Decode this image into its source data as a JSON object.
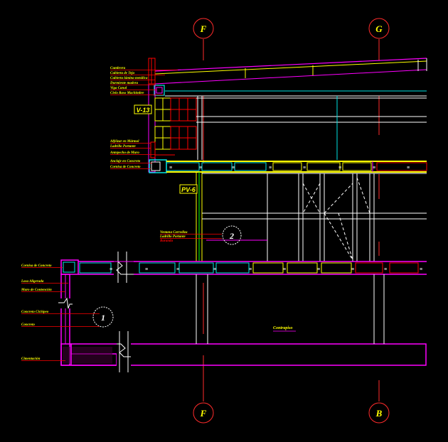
{
  "grid_bubbles": {
    "top_left": "F",
    "top_right": "G",
    "bottom_left": "F",
    "bottom_right": "B"
  },
  "tags": {
    "upper_window": "V-13",
    "lower_window": "PV-6"
  },
  "notes_upper": [
    "Cumbrera",
    "Cubierta de Teja",
    "Cubierta lámina metálica",
    "Durmiente madera",
    "Viga Canal",
    "Cielo Raso Machimbre"
  ],
  "notes_mid": [
    "Alféizar en Mármol",
    "Ladrillo Portante",
    "Antepecho de Muro",
    "Anclaje en Concreto",
    "Cornisa de Concreto"
  ],
  "notes_center": [
    "Ventana Corrediza",
    "Ladrillo Portante",
    "Baranda"
  ],
  "notes_left": [
    "Cornisa de Concreto",
    "Losa Aligerada",
    "Muro de Contención",
    "Concreto Ciclópeo",
    "Concreto",
    "Cimentación"
  ],
  "detail_markers": {
    "upper": "2",
    "lower": "1"
  },
  "floor_label": "Contrapiso",
  "colors": {
    "background": "#000000",
    "grid": "#ff2b2b",
    "cyan": "#00e5e5",
    "yellow": "#ffff00",
    "magenta": "#ff00ff",
    "white": "#ffffff",
    "red": "#ff0000",
    "orange": "#ff8a00",
    "green": "#00ff00"
  }
}
